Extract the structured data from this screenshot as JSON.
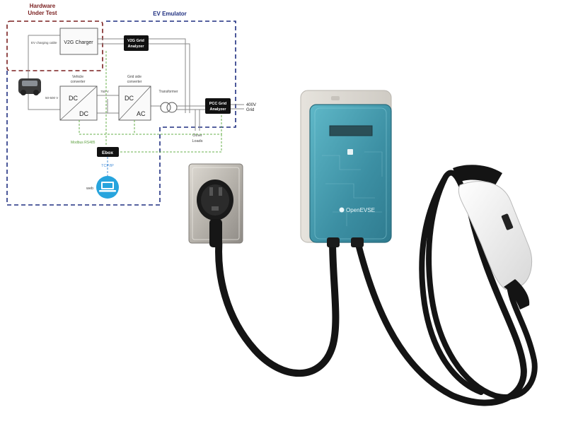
{
  "diagram": {
    "hut_title_1": "Hardware",
    "hut_title_2": "Under Test",
    "emu_title": "EV Emulator",
    "ev_cable_label": "EV charging cable",
    "v2g_charger": "V2G Charger",
    "v2g_analyzer_1": "V2G Grid",
    "v2g_analyzer_2": "Analyzer",
    "vehicle_conv_1": "Vehicle",
    "vehicle_conv_2": "converter",
    "grid_conv_1": "Grid side",
    "grid_conv_2": "converter",
    "dc_top": "DC",
    "dc_bottom": "DC",
    "dc2_top": "DC",
    "ac_bottom": "AC",
    "v_left": "50-500 V",
    "v_mid": "750 V",
    "transformer": "Transformer",
    "pcc_1": "PCC Grid",
    "pcc_2": "Analyzer",
    "grid_1": "400V",
    "grid_2": "Grid",
    "other_1": "Other",
    "other_2": "Loads",
    "modbus": "Modbus RS485",
    "ebox": "Ebox",
    "tcpip": "TCP/IP",
    "web": "web"
  },
  "product": {
    "brand": "OpenEVSE"
  },
  "colors": {
    "hut_border": "#7a1f1f",
    "emu_border": "#1f2f80",
    "comm_green": "#6ab04c",
    "tcp_blue": "#4a90d9",
    "enclosure": "#4a9eb0",
    "laptop_badge": "#27a4dd"
  }
}
